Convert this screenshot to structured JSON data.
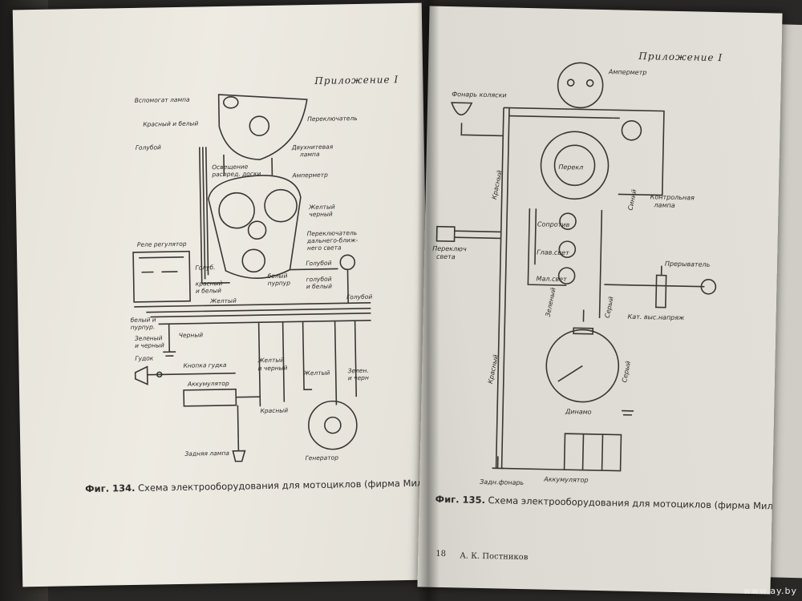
{
  "left_page": {
    "header": "Приложение I",
    "caption_num": "Фиг. 134.",
    "caption": "Схема электрооборудования для мотоциклов (фирма Миллер)",
    "labels": {
      "aux_lamp": "Вспомогат лампа",
      "red_white": "Красный и белый",
      "blue": "Голубой",
      "switch": "Переключатель",
      "bulb": "Двухнитевая",
      "bulb2": "лампа",
      "panel_light": "Освещение",
      "panel_light2": "распред. доски",
      "ammeter": "Амперметр",
      "yellow_black": "Желтый",
      "yellow_black2": "черный",
      "beam_switch": "Переключатель",
      "beam_switch2": "дальнего-ближ-",
      "beam_switch3": "него света",
      "relay": "Реле регулятор",
      "blue2": "Голуб.",
      "red_white2": "красный",
      "red_white3": "и белый",
      "white_purple": "белый",
      "white_purple2": "пурпур",
      "blue3": "Голубой",
      "blue_white": "голубой",
      "blue_white2": "и белый",
      "blue4": "Голубой",
      "yellow": "Желтый",
      "white_purple3": "белый и",
      "white_purple4": "пурпур.",
      "green_black": "Зеленый",
      "green_black2": "и черный",
      "black": "Черный",
      "horn": "Гудок",
      "horn_button": "Кнопка гудка",
      "yellow_black3": "Желтый",
      "yellow_black4": "и черный",
      "yellow2": "Желтый",
      "green_black3": "Зелен.",
      "green_black4": "и черн",
      "battery": "Аккумулятор",
      "red": "Красный",
      "generator": "Генератор",
      "tail_lamp": "Задняя лампа"
    }
  },
  "right_page": {
    "header": "Приложение I",
    "caption_num": "Фиг. 135.",
    "caption": "Схема электрооборудования для мотоциклов (фирма Миллер).",
    "page_number": "18",
    "author": "А. К. Постников",
    "labels": {
      "sidecar_lamp": "Фонарь коляски",
      "ammeter": "Амперметр",
      "switch": "Перекл",
      "red": "Красный",
      "resistor": "Сопротив",
      "blue": "Синий",
      "control_lamp": "Контрольная",
      "control_lamp2": "лампа",
      "main_light": "Глав.свет",
      "small_light": "Мал.свет",
      "light_switch": "Переключ",
      "light_switch2": "света",
      "breaker": "Прерыватель",
      "green": "Зеленый",
      "grey": "Серый",
      "coil": "Кат. выс.напряж",
      "red2": "Красный",
      "dynamo": "Динамо",
      "grey2": "Серый",
      "tail_lamp": "Задн.фонарь",
      "battery": "Аккумулятор"
    }
  },
  "watermark": "www.ay.by"
}
